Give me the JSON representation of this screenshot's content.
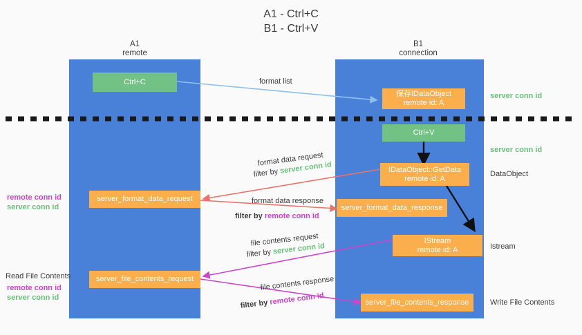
{
  "title": "A1 - Ctrl+C\nB1 - Ctrl+V",
  "columns": [
    {
      "name": "a1",
      "header": "A1\nremote"
    },
    {
      "name": "b1",
      "header": "B1\nconnection"
    }
  ],
  "boxes": {
    "ctrl_c": {
      "line1": "Ctrl+C",
      "line2": "",
      "color": "#72c285"
    },
    "save_idataobject": {
      "line1": "保存IDataObject",
      "line2": "remote id: A",
      "color": "#fbae4c"
    },
    "ctrl_v": {
      "line1": "Ctrl+V",
      "line2": "",
      "color": "#72c285"
    },
    "getdata": {
      "line1": "IDataObject::GetData",
      "line2": "remote id: A",
      "color": "#fbae4c"
    },
    "server_format_data_request": {
      "line1": "server_format_data_request",
      "line2": "",
      "color": "#fbae4c"
    },
    "server_format_data_response": {
      "line1": "server_format_data_response",
      "line2": "",
      "color": "#fbae4c"
    },
    "istream": {
      "line1": "IStream",
      "line2": "remote id: A",
      "color": "#fbae4c"
    },
    "server_file_contents_request": {
      "line1": "server_file_contents_request",
      "line2": "",
      "color": "#fbae4c"
    },
    "server_file_contents_response": {
      "line1": "server_file_contents_response",
      "line2": "",
      "color": "#fbae4c"
    }
  },
  "edge_labels": {
    "format_list": "format list",
    "format_data_request": "format data request",
    "format_data_filter_prefix": "filter by ",
    "format_data_filter_value": "server conn id",
    "format_data_response": "format data response",
    "format_resp_filter_prefix": "filter by ",
    "format_resp_filter_value": "remote conn id",
    "file_contents_request": "file contents request",
    "file_req_filter_prefix": "filter by ",
    "file_req_filter_value": "server conn id",
    "file_contents_response": "file contents response",
    "file_resp_filter_prefix": "filter by ",
    "file_resp_filter_value": "remote conn id"
  },
  "right_labels": {
    "server_conn_id_top": "server conn id",
    "server_conn_id_mid": "server conn id",
    "dataobject": "DataObject",
    "istream": "Istream",
    "write_file_contents": "Write File Contents"
  },
  "left_labels": {
    "read_file_contents": "Read File Contents",
    "remote_conn_id_a": "remote conn id",
    "server_conn_id_a": "server conn id",
    "remote_conn_id_b": "remote conn id",
    "server_conn_id_b": "server conn id"
  },
  "colors": {
    "column_blue": "#4a81d8",
    "box_orange": "#fbae4c",
    "box_green": "#72c285",
    "conn_green": "#6abf7a",
    "conn_magenta": "#cc45cc",
    "arrow_red": "#e8736b",
    "arrow_lightblue": "#8fc0ea",
    "arrow_black": "#111111",
    "divider": "#1a1a1a"
  }
}
